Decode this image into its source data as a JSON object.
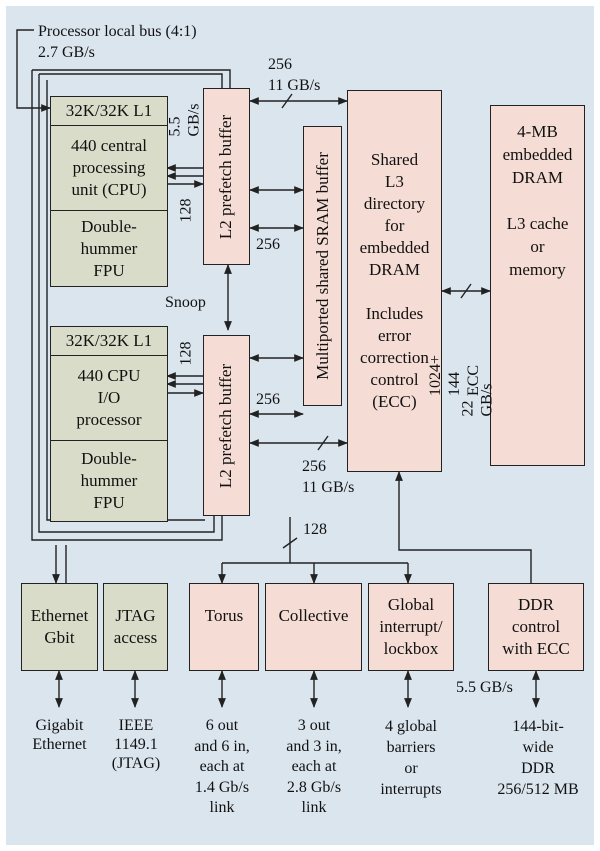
{
  "bus": {
    "title": "Processor local bus (4:1)",
    "rate": "2.7 GB/s"
  },
  "cpu0": {
    "cache": "32K/32K L1",
    "core": "440 central\nprocessing\nunit (CPU)",
    "fpu": "Double-\nhummer\nFPU"
  },
  "cpu1": {
    "cache": "32K/32K L1",
    "core": "440 CPU\nI/O\nprocessor",
    "fpu": "Double-\nhummer\nFPU"
  },
  "l2_prefetch": "L2 prefetch buffer",
  "sram": "Multiported shared SRAM buffer",
  "l3_directory": "Shared\nL3\ndirectory\nfor\nembedded\nDRAM\n\nIncludes\nerror\ncorrection\ncontrol\n(ECC)",
  "dram": "4-MB\nembedded\nDRAM\n\nL3 cache\nor\nmemory",
  "links": {
    "top_width": "256",
    "top_rate": "11 GB/s",
    "cpu0_rate": "5.5 GB/s",
    "cpu0_width": "128",
    "cpu1_width": "128",
    "sram_width_upper": "256",
    "sram_width_lower": "256",
    "bottom_width": "256",
    "bottom_rate": "11 GB/s",
    "ecc_width": "1024+ 144 ECC",
    "ecc_rate": "22 GB/s",
    "io_width": "128",
    "ddr_rate": "5.5 GB/s"
  },
  "snoop": "Snoop",
  "io_blocks": {
    "ethernet": "Ethernet\nGbit",
    "jtag": "JTAG\naccess",
    "torus": "Torus",
    "collective": "Collective",
    "global": "Global\ninterrupt/\nlockbox",
    "ddr": "DDR\ncontrol\nwith ECC"
  },
  "externals": {
    "ethernet": "Gigabit\nEthernet",
    "jtag": "IEEE\n1149.1\n(JTAG)",
    "torus": "6 out\nand 6 in,\neach at\n1.4 Gb/s\nlink",
    "collective": "3 out\nand 3 in,\neach at\n2.8 Gb/s\nlink",
    "global": "4 global\nbarriers\nor\ninterrupts",
    "ddr": "144-bit-\nwide\nDDR\n256/512 MB"
  },
  "colors": {
    "panel": "#dbe5ee",
    "cpu_fill": "#d8dcc8",
    "mem_fill": "#f5dcd5",
    "line": "#222222"
  }
}
